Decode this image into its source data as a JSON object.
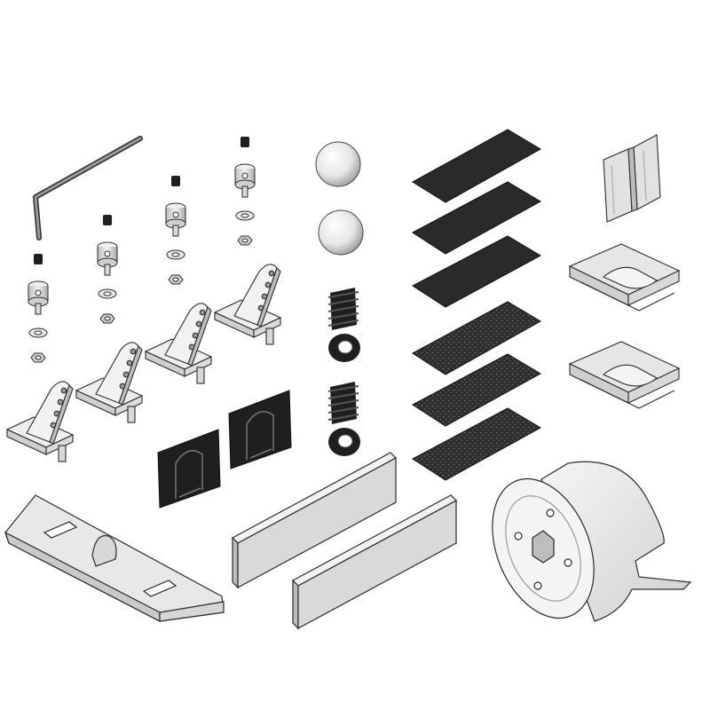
{
  "page": {
    "background": "#ffffff",
    "has_visible_text": false
  },
  "palette": {
    "outline": "#2b2b2b",
    "metal_light": "#ececec",
    "metal_mid": "#cfcfcf",
    "metal_dark": "#a9a9a9",
    "plastic_light": "#e4e4e4",
    "black_part": "#1f1f1f",
    "velcro": "#3a3a3a"
  },
  "parts": [
    {
      "name": "hex-key-wrench",
      "count": 1
    },
    {
      "name": "set-screw",
      "count": 4
    },
    {
      "name": "wheel-collar",
      "count": 4
    },
    {
      "name": "washer",
      "count": 8
    },
    {
      "name": "nut",
      "count": 4
    },
    {
      "name": "control-horn",
      "count": 4
    },
    {
      "name": "ball-link",
      "count": 2
    },
    {
      "name": "clevis-keeper",
      "count": 2
    },
    {
      "name": "servo-mount",
      "count": 2
    },
    {
      "name": "hook-and-loop-strip-smooth",
      "count": 3
    },
    {
      "name": "hook-and-loop-strip-textured",
      "count": 3
    },
    {
      "name": "hinge",
      "count": 3
    },
    {
      "name": "wing-plate",
      "count": 1
    },
    {
      "name": "balsa-strip",
      "count": 2
    },
    {
      "name": "motor-mount-cowl",
      "count": 1
    }
  ]
}
